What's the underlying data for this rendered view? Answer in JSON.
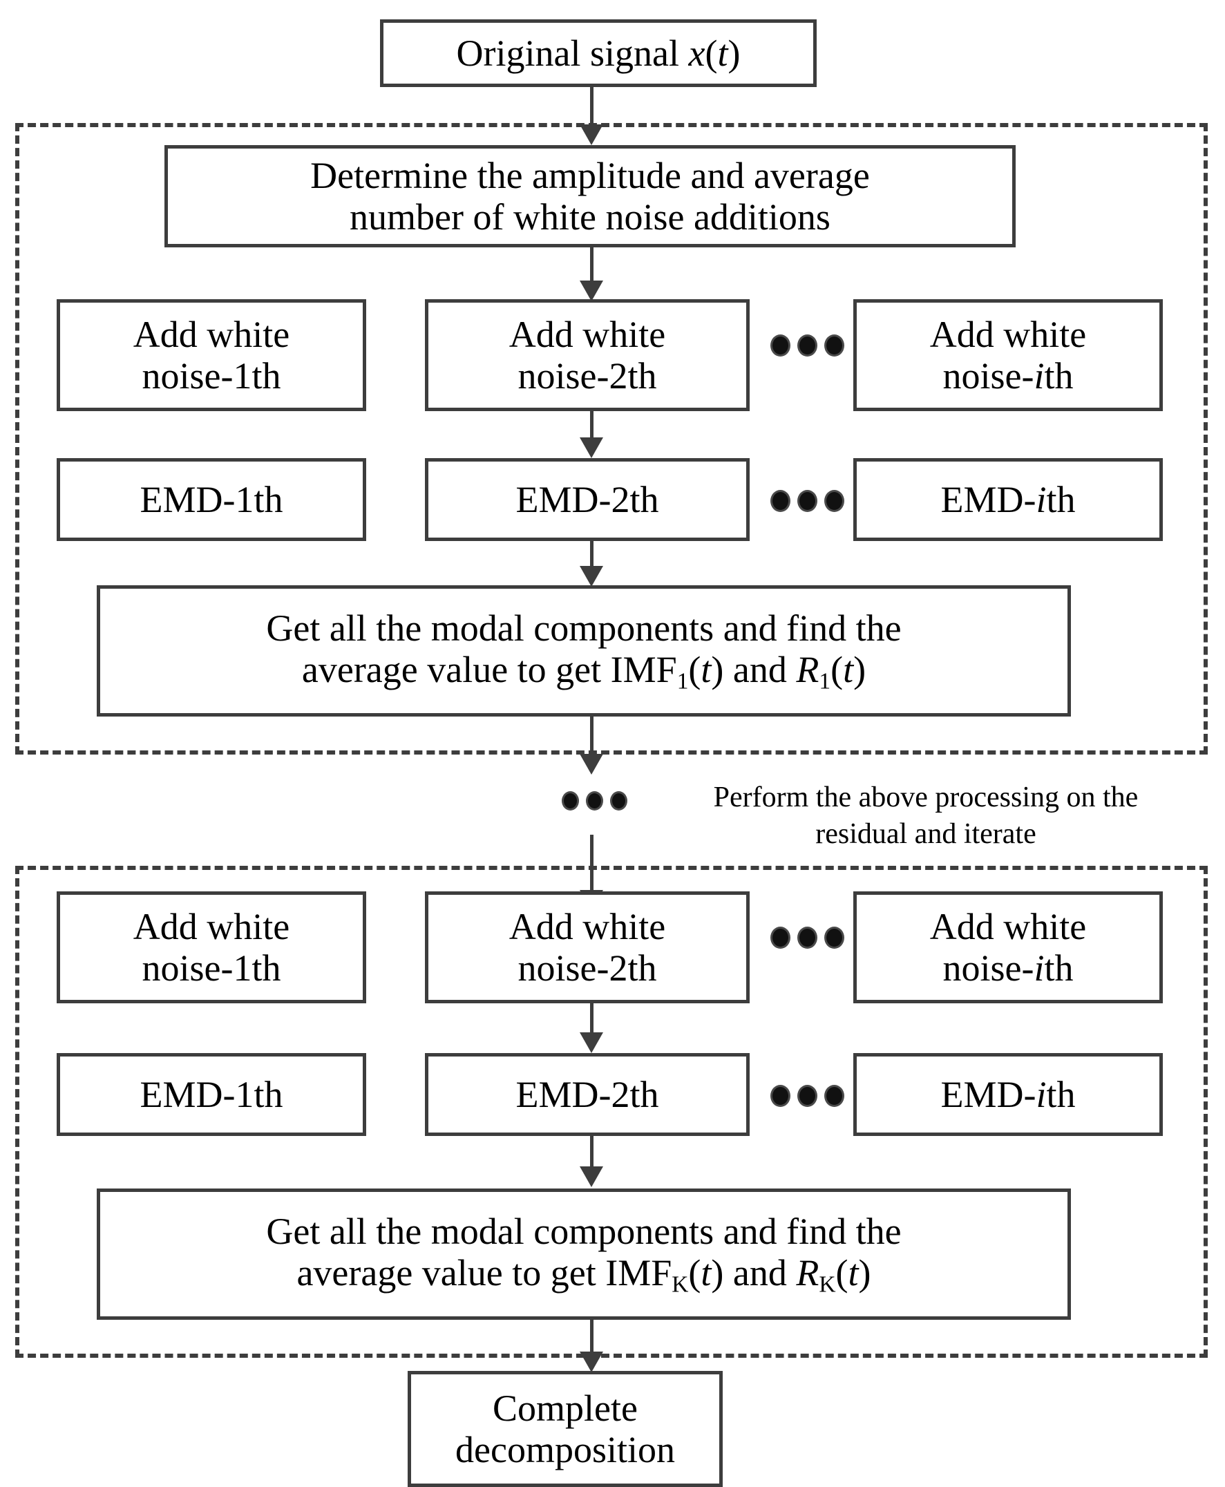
{
  "diagram": {
    "title": "CEEMD / EEMD decomposition flowchart",
    "colors": {
      "line": "#3d3d3d",
      "text": "#000000",
      "background": "#ffffff"
    },
    "start_node": {
      "label": "Original signal x(t)"
    },
    "stage_one": {
      "determine_node": {
        "line1": "Determine the amplitude and average",
        "line2": "number of white noise additions"
      },
      "noise_nodes": [
        {
          "line1": "Add white",
          "line2": "noise-1th"
        },
        {
          "line1": "Add white",
          "line2": "noise-2th"
        },
        {
          "line1": "Add white",
          "line2": "noise-ith"
        }
      ],
      "emd_nodes": [
        {
          "label": "EMD-1th"
        },
        {
          "label": "EMD-2th"
        },
        {
          "label": "EMD-ith"
        }
      ],
      "result_node": {
        "line1": "Get all the modal components and find the",
        "line2": "average value to get IMF1(t) and R1(t)",
        "subscript": "1"
      }
    },
    "middle_annotation": {
      "line1": "Perform the above processing on the",
      "line2": "residual and iterate",
      "ellipsis": "•••"
    },
    "stage_k": {
      "noise_nodes": [
        {
          "line1": "Add white",
          "line2": "noise-1th"
        },
        {
          "line1": "Add white",
          "line2": "noise-2th"
        },
        {
          "line1": "Add white",
          "line2": "noise-ith"
        }
      ],
      "emd_nodes": [
        {
          "label": "EMD-1th"
        },
        {
          "label": "EMD-2th"
        },
        {
          "label": "EMD-ith"
        }
      ],
      "result_node": {
        "line1": "Get all the modal components and find the",
        "line2": "average value to get IMFK(t) and RK(t)",
        "subscript": "K"
      }
    },
    "end_node": {
      "line1": "Complete",
      "line2": "decomposition"
    },
    "text_fragments": {
      "original_signal": "Original signal ",
      "x": "x",
      "open_paren": "(",
      "t": "t",
      "close_paren": ")",
      "add_white": "Add white",
      "noise_prefix": "noise-",
      "one_th": "1th",
      "two_th": "2th",
      "i": "i",
      "th": "th",
      "emd_1": "EMD-1th",
      "emd_2": "EMD-2th",
      "emd_prefix": "EMD-",
      "get_all_line1": "Get all the modal components and find the",
      "avg_prefix": "average value to get IMF",
      "sub_1": "1",
      "sub_K": "K",
      "and_word": " and ",
      "R": "R",
      "complete": "Complete",
      "decomposition": "decomposition"
    }
  }
}
